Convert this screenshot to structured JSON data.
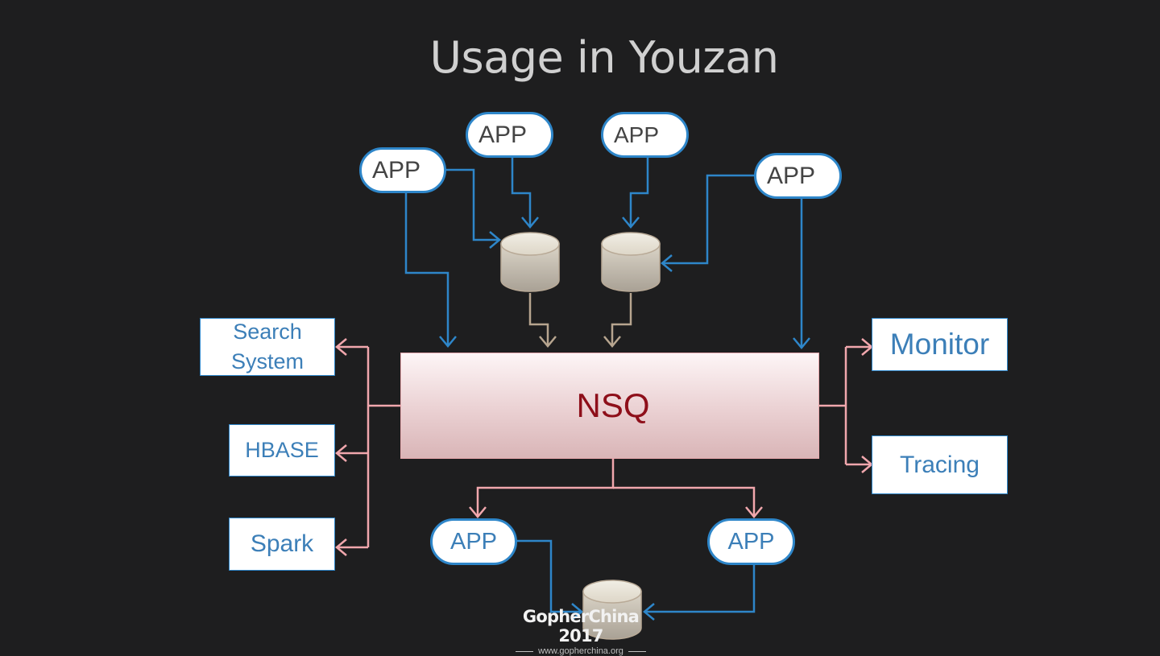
{
  "title": "Usage in Youzan",
  "queue": {
    "label": "NSQ"
  },
  "producers": [
    {
      "label": "APP"
    },
    {
      "label": "APP"
    },
    {
      "label": "APP"
    },
    {
      "label": "APP"
    }
  ],
  "consumers": [
    {
      "label": "APP"
    },
    {
      "label": "APP"
    }
  ],
  "left_sinks": {
    "search": [
      "Search",
      "System"
    ],
    "hbase": "HBASE",
    "spark": "Spark"
  },
  "right_sinks": {
    "monitor": "Monitor",
    "tracing": "Tracing"
  },
  "footer": {
    "name": "GopherChina 2017",
    "url": "www.gopherchina.org"
  },
  "colors": {
    "background": "#1e1e1f",
    "producer_arrow": "#2e86c9",
    "db_arrow": "#b7a58f",
    "nsq_arrow": "#f1a7ad",
    "nsq_text": "#8e0f1a",
    "sink_text": "#3c7fb8"
  }
}
